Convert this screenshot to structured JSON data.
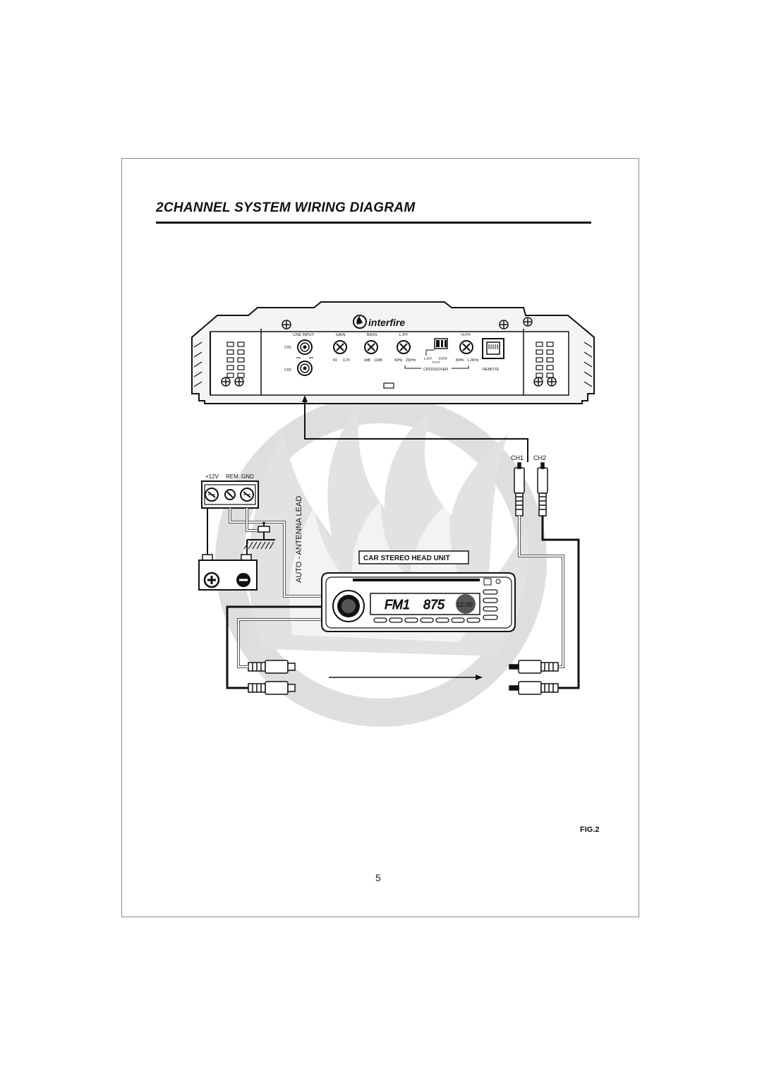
{
  "page": {
    "title": "2CHANNEL SYSTEM WIRING DIAGRAM",
    "figure": "FIG.2",
    "page_number": "5"
  },
  "amplifier": {
    "brand": "interfire",
    "line_input": "LINE INPUT",
    "ch1": "CH1",
    "ch2": "CH2",
    "gain": "GAIN",
    "gain_min": "6V",
    "gain_max": "0.2V",
    "bass": "BASS",
    "bass_min": "0dB",
    "bass_max": "12dB",
    "lpf": "L.P.F",
    "lpf_min": "50Hz",
    "lpf_max": "250Hz",
    "switch_lpf": "L.P.F",
    "switch_hpf": "H.P.F",
    "switch_flat": "FLAT",
    "crossover": "CROSSOVER",
    "hpf": "H.P.F",
    "hpf_min": "80Hz",
    "hpf_max": "1.2KHz",
    "remote": "REMOTE"
  },
  "head_unit": {
    "label": "CAR STEREO HEAD UNIT",
    "display_band": "FM1",
    "display_freq": "875",
    "display_clock": "12:00"
  },
  "power": {
    "v12": "+12V",
    "rem": "REM",
    "gnd": "GND",
    "antenna_lead": "AUTO - ANTENNA LEAD"
  },
  "rca": {
    "ch1": "CH1",
    "ch2": "CH2"
  }
}
